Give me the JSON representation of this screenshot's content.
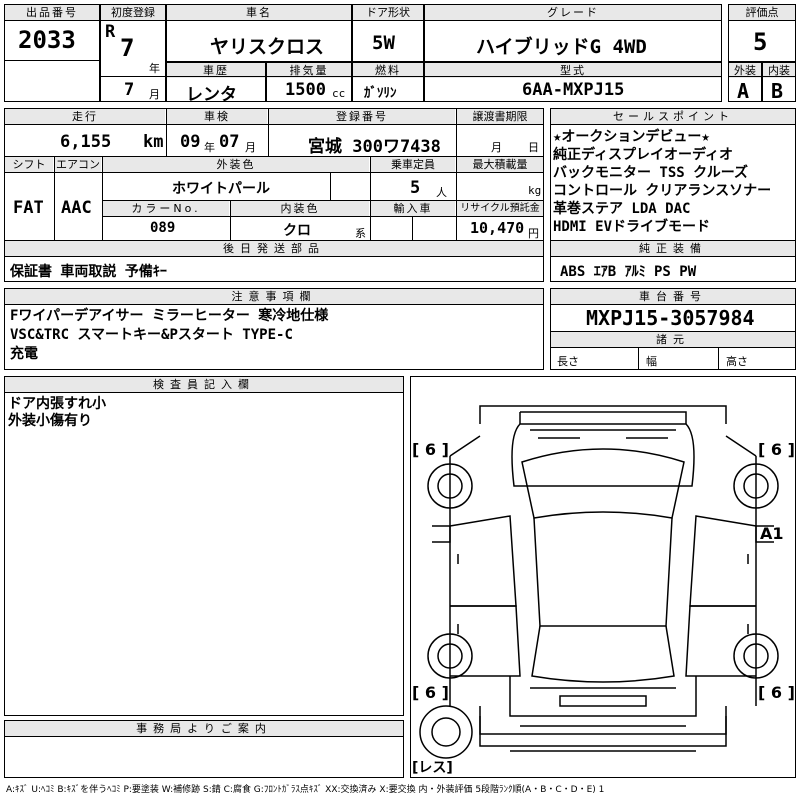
{
  "top": {
    "lot_number_label": "出品番号",
    "lot_number": "2033",
    "first_reg_label": "初度登録",
    "era": "R",
    "year": "7",
    "year_unit": "年",
    "month": "7",
    "month_unit": "月",
    "car_name_label": "車名",
    "car_name": "ヤリスクロス",
    "door_label": "ドア形状",
    "door": "5W",
    "grade_label": "グレード",
    "grade": "ハイブリッドG 4WD",
    "score_label": "評価点",
    "score": "5",
    "history_label": "車歴",
    "history": "レンタ",
    "displacement_label": "排気量",
    "displacement": "1500",
    "displacement_unit": "cc",
    "fuel_label": "燃料",
    "fuel": "ｶﾞｿﾘﾝ",
    "model_label": "型式",
    "model": "6AA-MXPJ15",
    "exterior_label": "外装",
    "exterior": "A",
    "interior_label": "内装",
    "interior": "B"
  },
  "row2": {
    "mileage_label": "走行",
    "mileage": "6,155",
    "mileage_unit": "km",
    "inspection_label": "車検",
    "inspection_year": "09",
    "inspection_month": "07",
    "year_unit": "年",
    "month_unit": "月",
    "reg_no_label": "登録番号",
    "reg_no": "宮城 300ワ7438",
    "transfer_label": "譲渡書期限",
    "transfer_month_unit": "月",
    "transfer_day_unit": "日",
    "shift_label": "シフト",
    "shift": "FAT",
    "ac_label": "エアコン",
    "ac": "AAC",
    "color_label": "外装色",
    "color": "ホワイトパール",
    "capacity_label": "乗車定員",
    "capacity": "5",
    "capacity_unit": "人",
    "load_label": "最大積載量",
    "load_unit": "kg",
    "color_no_label": "カラーNo.",
    "color_no": "089",
    "int_color_label": "内装色",
    "int_color": "クロ",
    "int_color_unit": "系",
    "import_label": "輸入車",
    "recycle_label": "リサイクル預託金",
    "recycle": "10,470",
    "recycle_unit": "円",
    "after_label": "後日発送部品",
    "after": "保証書 車両取説 予備ｷｰ"
  },
  "sales": {
    "label": "セールスポイント",
    "text": "★オークションデビュー★\n純正ディスプレイオーディオ\nバックモニター TSS クルーズ\nコントロール クリアランスソナー\n革巻ステア LDA DAC\nHDMI EVドライブモード",
    "equip_label": "純正装備",
    "equip": "ABS ｴｱB ｱﾙﾐ PS PW"
  },
  "notes": {
    "label": "注意事項欄",
    "text": "Fワイパーデアイサー ミラーヒーター 寒冷地仕様\nVSC&TRC スマートキー&Pスタート TYPE-C\n充電"
  },
  "chassis": {
    "label": "車台番号",
    "number": "MXPJ15-3057984",
    "spec_label": "諸元",
    "length_label": "長さ",
    "width_label": "幅",
    "height_label": "高さ"
  },
  "inspector": {
    "label": "検査員記入欄",
    "text": "ドア内張すれ小\n外装小傷有り"
  },
  "office": {
    "label": "事務局よりご案内"
  },
  "diagram": {
    "tire_fl": "[ 6 ]",
    "tire_fr": "[ 6 ]",
    "tire_rl": "[ 6 ]",
    "tire_rr": "[ 6 ]",
    "mark_a1": "A1",
    "spare": "[レス]"
  },
  "legend": "A:ｷｽﾞ U:ﾍｺﾐ B:ｷｽﾞを伴うﾍｺﾐ P:要塗装 W:補修跡 S:錆 C:腐食 G:ﾌﾛﾝﾄｶﾞﾗｽ点ｷｽﾞ XX:交換済み X:要交換 内・外装評価 5段階ﾗﾝｸ順(A・B・C・D・E) 1"
}
